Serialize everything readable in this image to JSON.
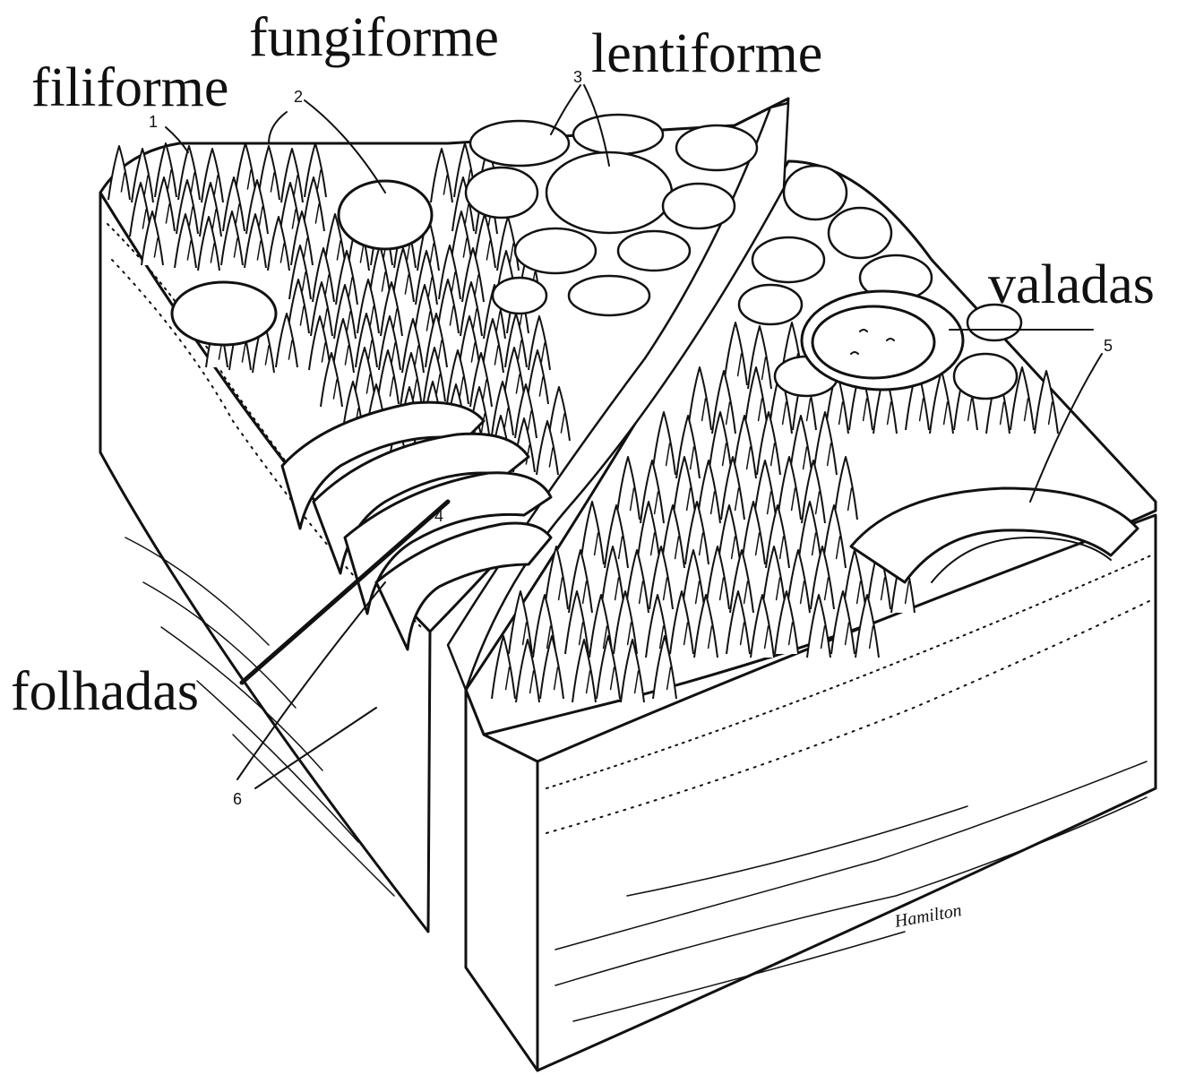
{
  "labels": {
    "filiforme": "filiforme",
    "fungiforme": "fungiforme",
    "lentiforme": "lentiforme",
    "valadas": "valadas",
    "folhadas": "folhadas"
  },
  "numbers": {
    "n1": "1",
    "n2": "2",
    "n3": "3",
    "n4": "4",
    "n5": "5",
    "n6": "6"
  },
  "signature": "Hamilton",
  "colors": {
    "ink": "#111111",
    "background": "#ffffff"
  }
}
